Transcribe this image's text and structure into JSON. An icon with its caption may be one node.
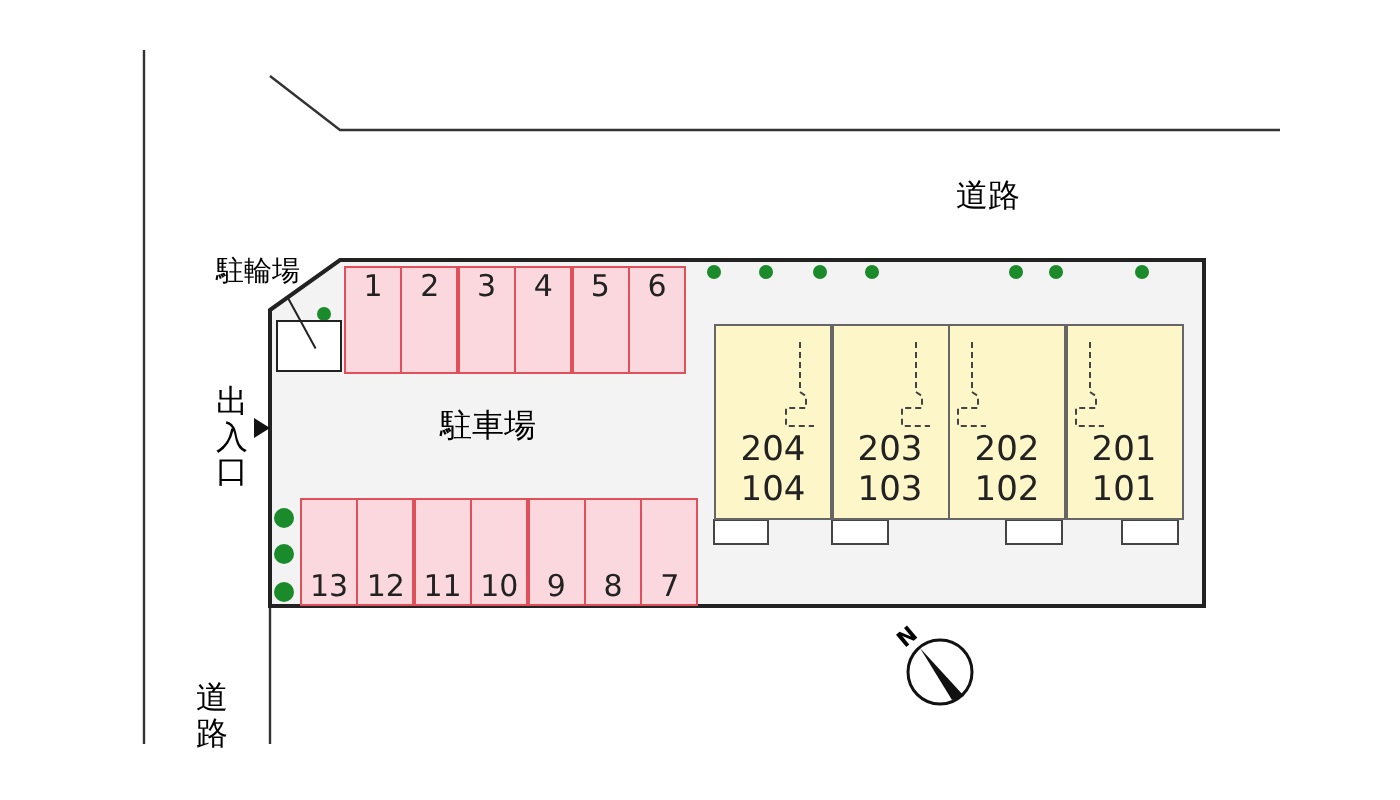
{
  "diagram": {
    "nodes": [
      {
        "text": [
          "駐車場"
        ]
      },
      {
        "text": [
          "駐輪場"
        ]
      },
      {
        "text": [],
        "shape": "box",
        "in": 0
      },
      {
        "text": [
          "1"
        ],
        "in": 0
      },
      {
        "text": [
          "2"
        ],
        "in": 0
      },
      {
        "text": [
          "3"
        ],
        "in": 0
      },
      {
        "text": [
          "4"
        ],
        "in": 0
      },
      {
        "text": [
          "5"
        ],
        "in": 0
      },
      {
        "text": [
          "6"
        ],
        "in": 0
      },
      {
        "text": [
          "13"
        ],
        "in": 0
      },
      {
        "text": [
          "12"
        ],
        "in": 0
      },
      {
        "text": [
          "11"
        ],
        "in": 0
      },
      {
        "text": [
          "10"
        ],
        "in": 0
      },
      {
        "text": [
          "9"
        ],
        "in": 0
      },
      {
        "text": [
          "8"
        ],
        "in": 0
      },
      {
        "text": [
          "7"
        ],
        "in": 0
      },
      {
        "text": [
          "204",
          "104"
        ],
        "in": 0
      },
      {
        "text": [
          "203",
          "103"
        ],
        "in": 0
      },
      {
        "text": [
          "202",
          "102"
        ],
        "in": 0
      },
      {
        "text": [
          "201",
          "101"
        ],
        "in": 0
      }
    ],
    "edges": [
      {
        "from": 1,
        "to": 2,
        "arrow": "none"
      }
    ],
    "labels": [
      "道路",
      "出入口",
      "道路",
      "N"
    ]
  }
}
